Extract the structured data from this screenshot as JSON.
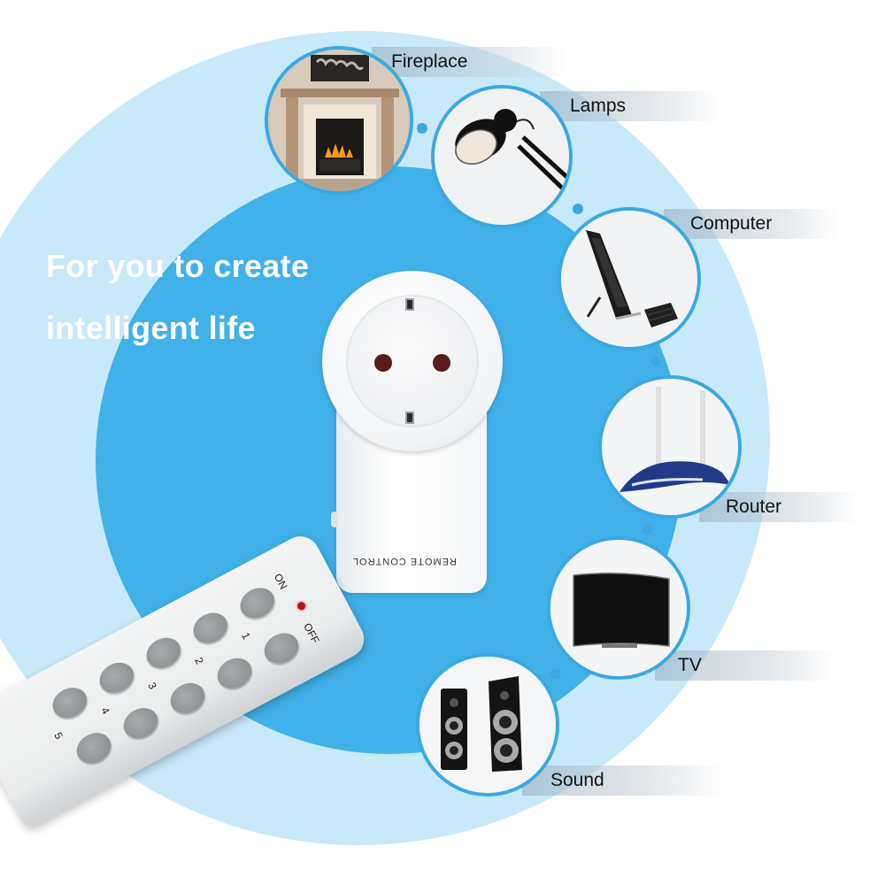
{
  "headline": {
    "line1": "For you to create",
    "line2": "intelligent life"
  },
  "devices": [
    {
      "label": "Fireplace",
      "icon": "fireplace-icon"
    },
    {
      "label": "Lamps",
      "icon": "desk-lamp-icon"
    },
    {
      "label": "Computer",
      "icon": "all-in-one-computer-icon"
    },
    {
      "label": "Router",
      "icon": "wifi-router-icon"
    },
    {
      "label": "TV",
      "icon": "tv-icon"
    },
    {
      "label": "Sound",
      "icon": "speakers-icon"
    }
  ],
  "socket": {
    "label": "REMOTE CONTROL",
    "icon": "smart-socket-icon"
  },
  "remote": {
    "on_label": "ON",
    "off_label": "OFF",
    "channels": [
      "1",
      "2",
      "3",
      "4",
      "5"
    ],
    "signal_icon": "wireless-signal-icon"
  },
  "colors": {
    "outer_ring": "#c8e9f9",
    "inner_disc": "#40b1e9",
    "bubble_border": "#3aa9e2",
    "signal": "#e0101b"
  }
}
